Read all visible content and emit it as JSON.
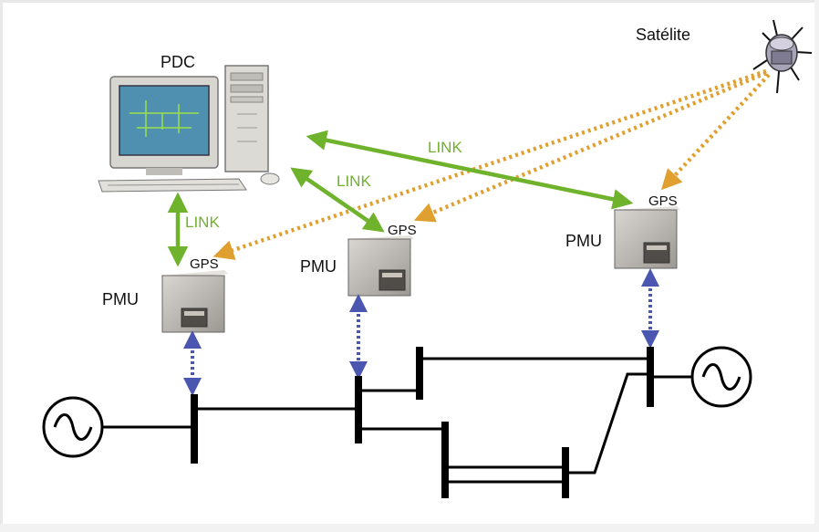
{
  "labels": {
    "satellite": "Satélite",
    "pdc": "PDC",
    "link": "LINK",
    "gps": "GPS",
    "pmu": "PMU"
  },
  "colors": {
    "link_arrow": "#6fb22c",
    "gps_signal": "#e0a030",
    "measurement": "#4a56b0",
    "grid_line": "#000000"
  },
  "icons": {
    "satellite": "satellite-icon",
    "computer": "pdc-computer-icon",
    "pmu": "pmu-device-icon",
    "generator": "ac-generator-icon"
  }
}
